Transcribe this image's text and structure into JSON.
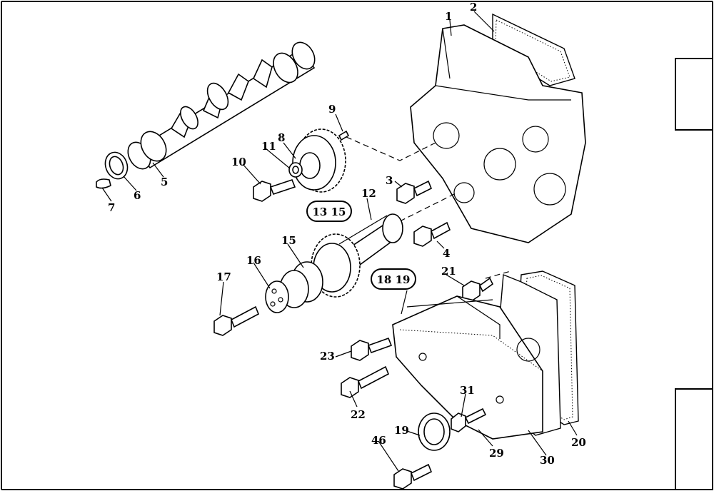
{
  "callouts": {
    "c1": "1",
    "c2": "2",
    "c3": "3",
    "c4": "4",
    "c5": "5",
    "c6": "6",
    "c7": "7",
    "c8": "8",
    "c9": "9",
    "c10": "10",
    "c11": "11",
    "c12": "12",
    "c15": "15",
    "c16": "16",
    "c17": "17",
    "c19": "19",
    "c20": "20",
    "c21": "21",
    "c22": "22",
    "c23": "23",
    "c29": "29",
    "c30": "30",
    "c31": "31",
    "c46": "46"
  },
  "groups": {
    "g1": "13 15",
    "g2": "18 19"
  }
}
